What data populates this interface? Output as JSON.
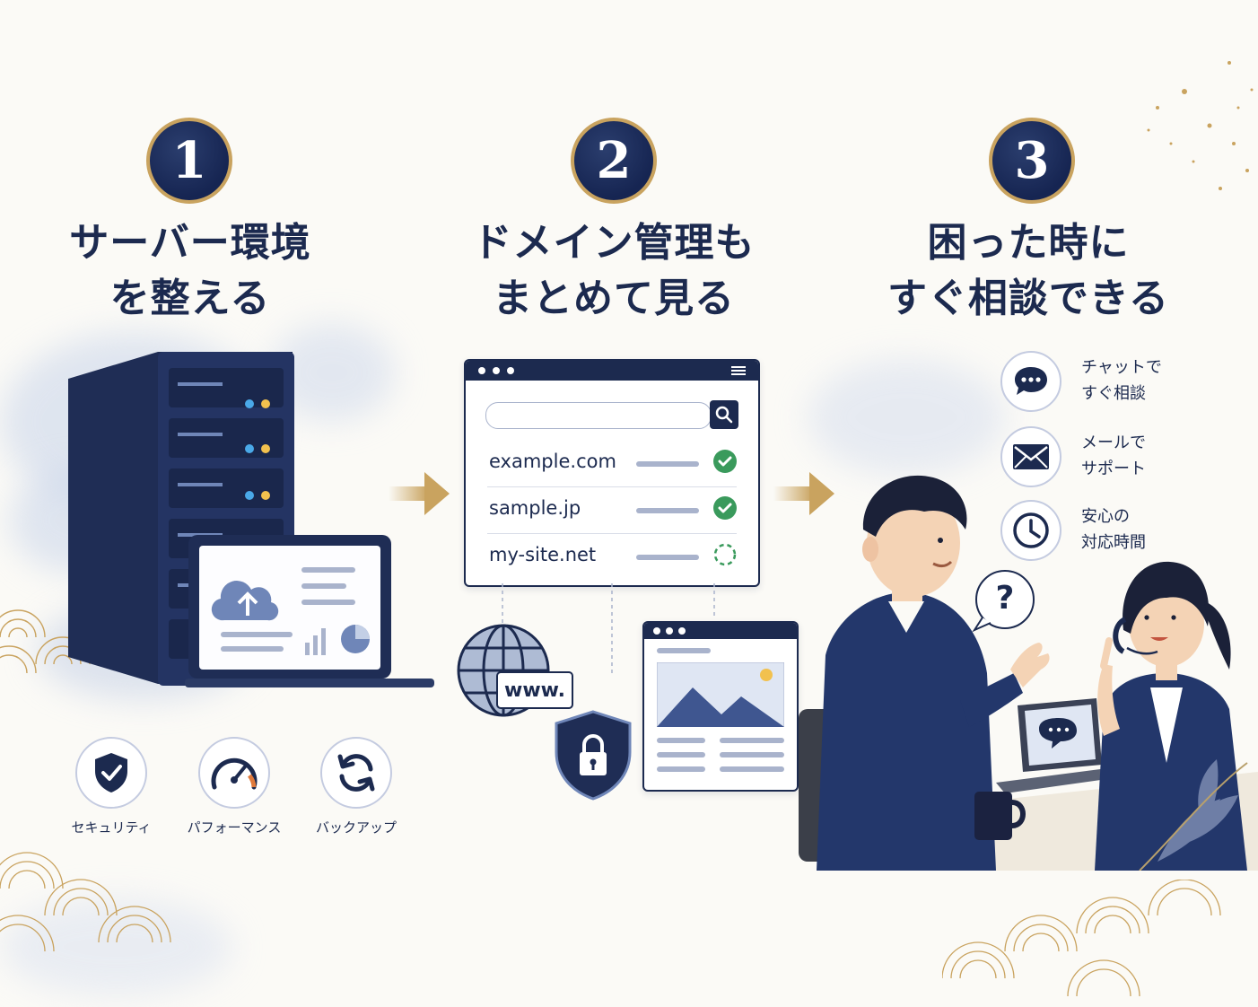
{
  "colors": {
    "navy": "#1c2a4f",
    "gold": "#c9a35f",
    "green": "#3a9a5c",
    "background": "#fbfaf6"
  },
  "steps": [
    {
      "number": "1",
      "heading_lines": [
        "サーバー環境",
        "を整える"
      ],
      "features": [
        {
          "icon": "shield-check-icon",
          "label": "セキュリティ"
        },
        {
          "icon": "speedometer-icon",
          "label": "パフォーマンス"
        },
        {
          "icon": "refresh-icon",
          "label": "バックアップ"
        }
      ]
    },
    {
      "number": "2",
      "heading_lines": [
        "ドメイン管理も",
        "まとめて見る"
      ],
      "domains": [
        {
          "name": "example.com",
          "status": "active",
          "status_icon": "check-circle-icon"
        },
        {
          "name": "sample.jp",
          "status": "active",
          "status_icon": "check-circle-icon"
        },
        {
          "name": "my-site.net",
          "status": "pending",
          "status_icon": "loading-circle-icon"
        }
      ],
      "www_label": "www."
    },
    {
      "number": "3",
      "heading_lines": [
        "困った時に",
        "すぐ相談できる"
      ],
      "support": [
        {
          "icon": "chat-bubble-icon",
          "lines": [
            "チャットで",
            "すぐ相談"
          ]
        },
        {
          "icon": "mail-icon",
          "lines": [
            "メールで",
            "サポート"
          ]
        },
        {
          "icon": "clock-icon",
          "lines": [
            "安心の",
            "対応時間"
          ]
        }
      ],
      "question_mark": "?"
    }
  ]
}
